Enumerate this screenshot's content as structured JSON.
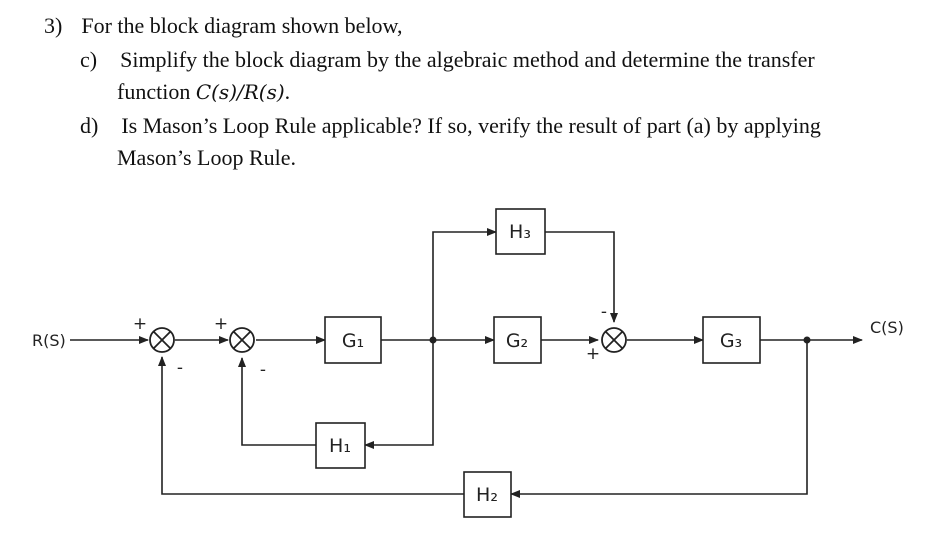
{
  "question": {
    "number": "3)",
    "intro": "For the block diagram shown below,",
    "part_c": {
      "label": "c)",
      "text1": "Simplify the block diagram by the algebraic method and determine the transfer",
      "text2_prefix": "function ",
      "text2_math": "C(s)/R(s)",
      "text2_suffix": "."
    },
    "part_d": {
      "label": "d)",
      "text1": "Is Mason’s Loop Rule applicable? If so, verify the result of part (a) by applying",
      "text2": "Mason’s Loop Rule."
    }
  },
  "diagram": {
    "input_label": "R(S)",
    "output_label": "C(S)",
    "blocks": {
      "g1": "G₁",
      "g2": "G₂",
      "g3": "G₃",
      "h1": "H₁",
      "h2": "H₂",
      "h3": "H₃"
    },
    "signs": {
      "s1_plus": "+",
      "s1_minus": "-",
      "s2_plus": "+",
      "s2_minus": "-",
      "s3_minus": "-",
      "s3_plus": "+"
    }
  }
}
